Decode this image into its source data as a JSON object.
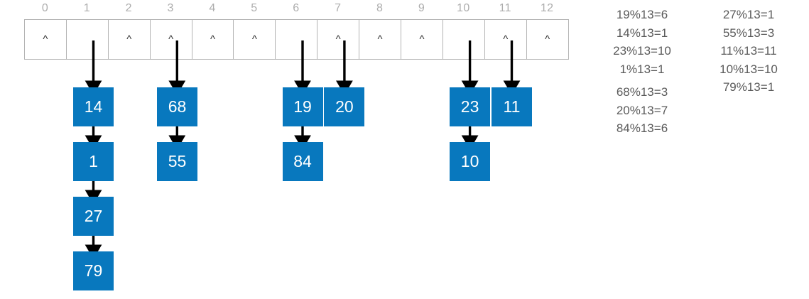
{
  "table": {
    "size": 13,
    "indices": [
      "0",
      "1",
      "2",
      "3",
      "4",
      "5",
      "6",
      "7",
      "8",
      "9",
      "10",
      "11",
      "12"
    ],
    "null_marker": "^",
    "buckets": [
      {
        "index": "0",
        "empty": true,
        "marker": "^",
        "arrow": "none"
      },
      {
        "index": "1",
        "empty": false,
        "marker": "",
        "arrow": "down"
      },
      {
        "index": "2",
        "empty": true,
        "marker": "^",
        "arrow": "none"
      },
      {
        "index": "3",
        "empty": false,
        "marker": "^",
        "arrow": "down"
      },
      {
        "index": "4",
        "empty": true,
        "marker": "^",
        "arrow": "none"
      },
      {
        "index": "5",
        "empty": true,
        "marker": "^",
        "arrow": "none"
      },
      {
        "index": "6",
        "empty": false,
        "marker": "",
        "arrow": "down"
      },
      {
        "index": "7",
        "empty": false,
        "marker": "^",
        "arrow": "down"
      },
      {
        "index": "8",
        "empty": true,
        "marker": "^",
        "arrow": "none"
      },
      {
        "index": "9",
        "empty": true,
        "marker": "^",
        "arrow": "none"
      },
      {
        "index": "10",
        "empty": false,
        "marker": "",
        "arrow": "down"
      },
      {
        "index": "11",
        "empty": false,
        "marker": "^",
        "arrow": "down"
      },
      {
        "index": "12",
        "empty": true,
        "marker": "^",
        "arrow": "none"
      }
    ]
  },
  "chains": [
    {
      "bucket": "1",
      "nodes": [
        "14",
        "1",
        "27",
        "79"
      ]
    },
    {
      "bucket": "3",
      "nodes": [
        "68",
        "55"
      ]
    },
    {
      "bucket": "6",
      "nodes": [
        "19",
        "84"
      ]
    },
    {
      "bucket": "7",
      "nodes": [
        "20"
      ]
    },
    {
      "bucket": "10",
      "nodes": [
        "23",
        "10"
      ]
    },
    {
      "bucket": "11",
      "nodes": [
        "11"
      ]
    }
  ],
  "formulas": {
    "column_left": [
      "19%13=6",
      "14%13=1",
      "23%13=10",
      "1%13=1",
      "68%13=3",
      "20%13=7",
      "84%13=6"
    ],
    "column_right": [
      "27%13=1",
      "55%13=3",
      "11%13=11",
      "10%13=10",
      "79%13=1"
    ]
  },
  "colors": {
    "node_fill": "#0878be",
    "node_text": "#ffffff",
    "index_label": "#adadad",
    "table_border": "#b4b4b4",
    "formula_text": "#5a5a5a",
    "arrow": "#000000"
  }
}
